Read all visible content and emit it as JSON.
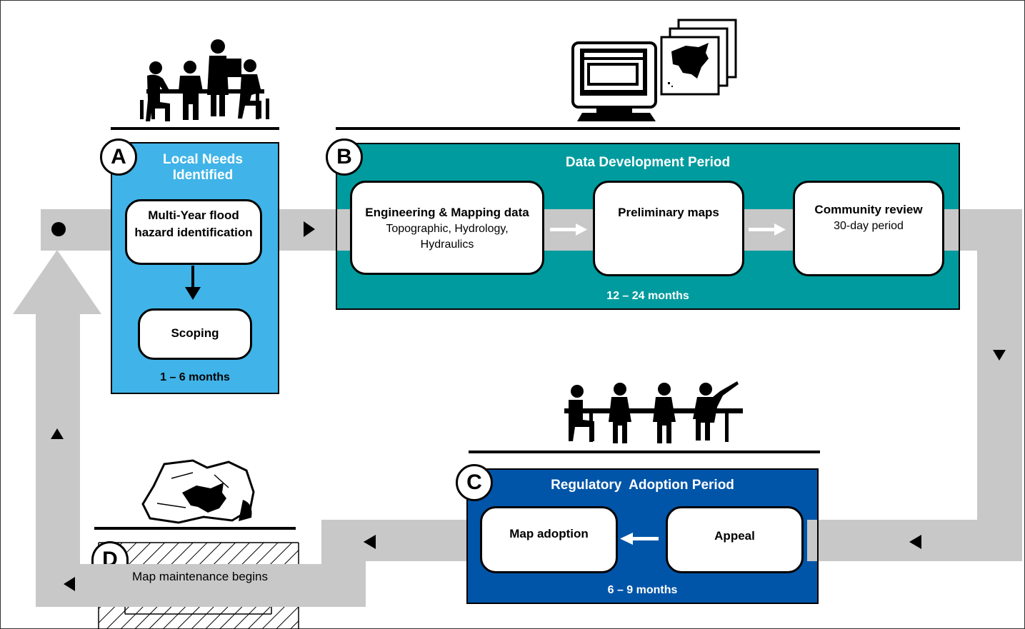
{
  "colors": {
    "flow_band": "#c8c8c8",
    "panel_a": "#40b4e8",
    "panel_b": "#009b9e",
    "panel_c": "#0055a8"
  },
  "stages": {
    "a": {
      "letter": "A",
      "title": "Local Needs Identified",
      "box1": "Multi-Year flood hazard identification",
      "box2": "Scoping",
      "duration": "1 – 6 months"
    },
    "b": {
      "letter": "B",
      "title": "Data Development Period",
      "box1_title": "Engineering & Mapping data",
      "box1_sub": "Topographic, Hydrology, Hydraulics",
      "box2_title": "Preliminary maps",
      "box3_title": "Community review",
      "box3_sub": "30-day period",
      "duration": "12 – 24 months"
    },
    "c": {
      "letter": "C",
      "title": "Regulatory  Adoption Period",
      "box1": "Map adoption",
      "box2": "Appeal",
      "duration": "6 – 9 months"
    },
    "d": {
      "letter": "D",
      "caption": "Map maintenance begins"
    }
  },
  "icons": {
    "meeting_top": "people-at-table-icon",
    "computer": "computer-monitor-with-maps-icon",
    "meeting_bottom": "board-meeting-icon",
    "crumpled_map": "crumpled-map-icon"
  }
}
